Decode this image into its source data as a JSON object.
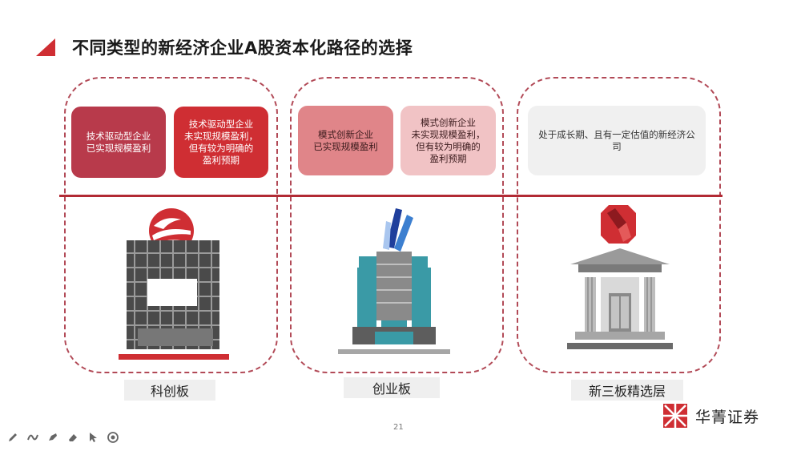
{
  "slide": {
    "title": "不同类型的新经济企业A股资本化路径的选择",
    "page_number": "21",
    "brand": "华菁证券"
  },
  "columns": [
    {
      "label": "科创板",
      "cards": [
        {
          "text": "技术驱动型企业\n已实现规模盈利",
          "color": "#b83a4b"
        },
        {
          "text": "技术驱动型企业\n未实现规模盈利，\n但有较为明确的\n盈利预期",
          "color": "#cf2e33"
        }
      ]
    },
    {
      "label": "创业板",
      "cards": [
        {
          "text": "模式创新企业\n已实现规模盈利",
          "color": "#e08589"
        },
        {
          "text": "模式创新企业\n未实现规模盈利，\n但有较为明确的\n盈利预期",
          "color": "#f1c3c5"
        }
      ]
    },
    {
      "label": "新三板精选层",
      "cards": [
        {
          "text": "处于成长期、且有一定估值的新经济公司",
          "color": "#f0f0f0"
        }
      ]
    }
  ],
  "colors": {
    "accent_red": "#cf2e33",
    "divider": "#b22a34",
    "panel_border": "#b24a57"
  },
  "icons": [
    "star-market-building-icon",
    "chinext-building-icon",
    "neeq-building-icon",
    "pen-tool-icon",
    "curve-tool-icon",
    "highlighter-tool-icon",
    "eraser-tool-icon",
    "pointer-tool-icon",
    "record-tool-icon"
  ]
}
